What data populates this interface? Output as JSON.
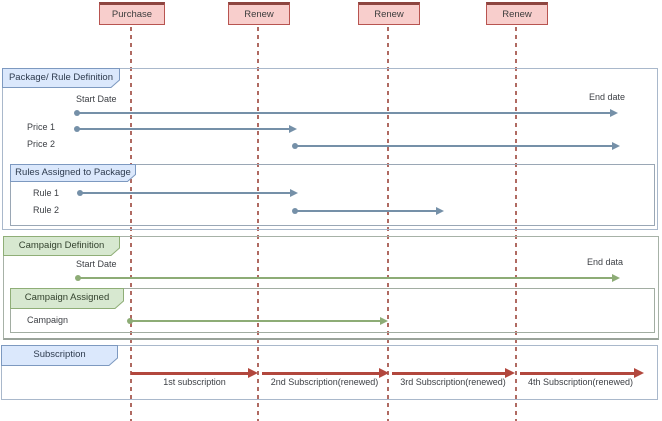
{
  "colors": {
    "arrow_blue": "#7590a8",
    "arrow_green": "#8dac76",
    "arrow_red": "#b2473d",
    "dash_red": "#b06a62",
    "event_fill": "#f8cecc",
    "event_border": "#b85450",
    "event_top": "#8d4540",
    "tab_blue_fill": "#dbe8fc",
    "tab_blue_stroke": "#7d99c0",
    "tab_green_fill": "#d7e8d0",
    "tab_green_stroke": "#8fae77",
    "lane_blue_border": "#a9b8cb",
    "lane_gray_border": "#a7b2a7",
    "inner_border": "#9aa7b5",
    "text": "#3c3f44"
  },
  "events": [
    {
      "label": "Purchase"
    },
    {
      "label": "Renew"
    },
    {
      "label": "Renew"
    },
    {
      "label": "Renew"
    }
  ],
  "package_lane": {
    "title": "Package/ Rule Definition",
    "start_date_label": "Start Date",
    "end_date_label": "End date",
    "price1_label": "Price 1",
    "price2_label": "Price 2",
    "rules_section": {
      "title": "Rules Assigned to Package",
      "rule1_label": "Rule 1",
      "rule2_label": "Rule 2"
    }
  },
  "campaign_lane": {
    "title": "Campaign Definition",
    "start_date_label": "Start Date",
    "end_date_label": "End data",
    "assigned_section": {
      "title": "Campaign Assigned",
      "campaign_label": "Campaign"
    }
  },
  "subscription_lane": {
    "title": "Subscription",
    "segments": [
      {
        "label": "1st subscription"
      },
      {
        "label": "2nd Subscription(renewed)"
      },
      {
        "label": "3rd Subscription(renewed)"
      },
      {
        "label": "4th Subscription(renewed)"
      }
    ]
  }
}
